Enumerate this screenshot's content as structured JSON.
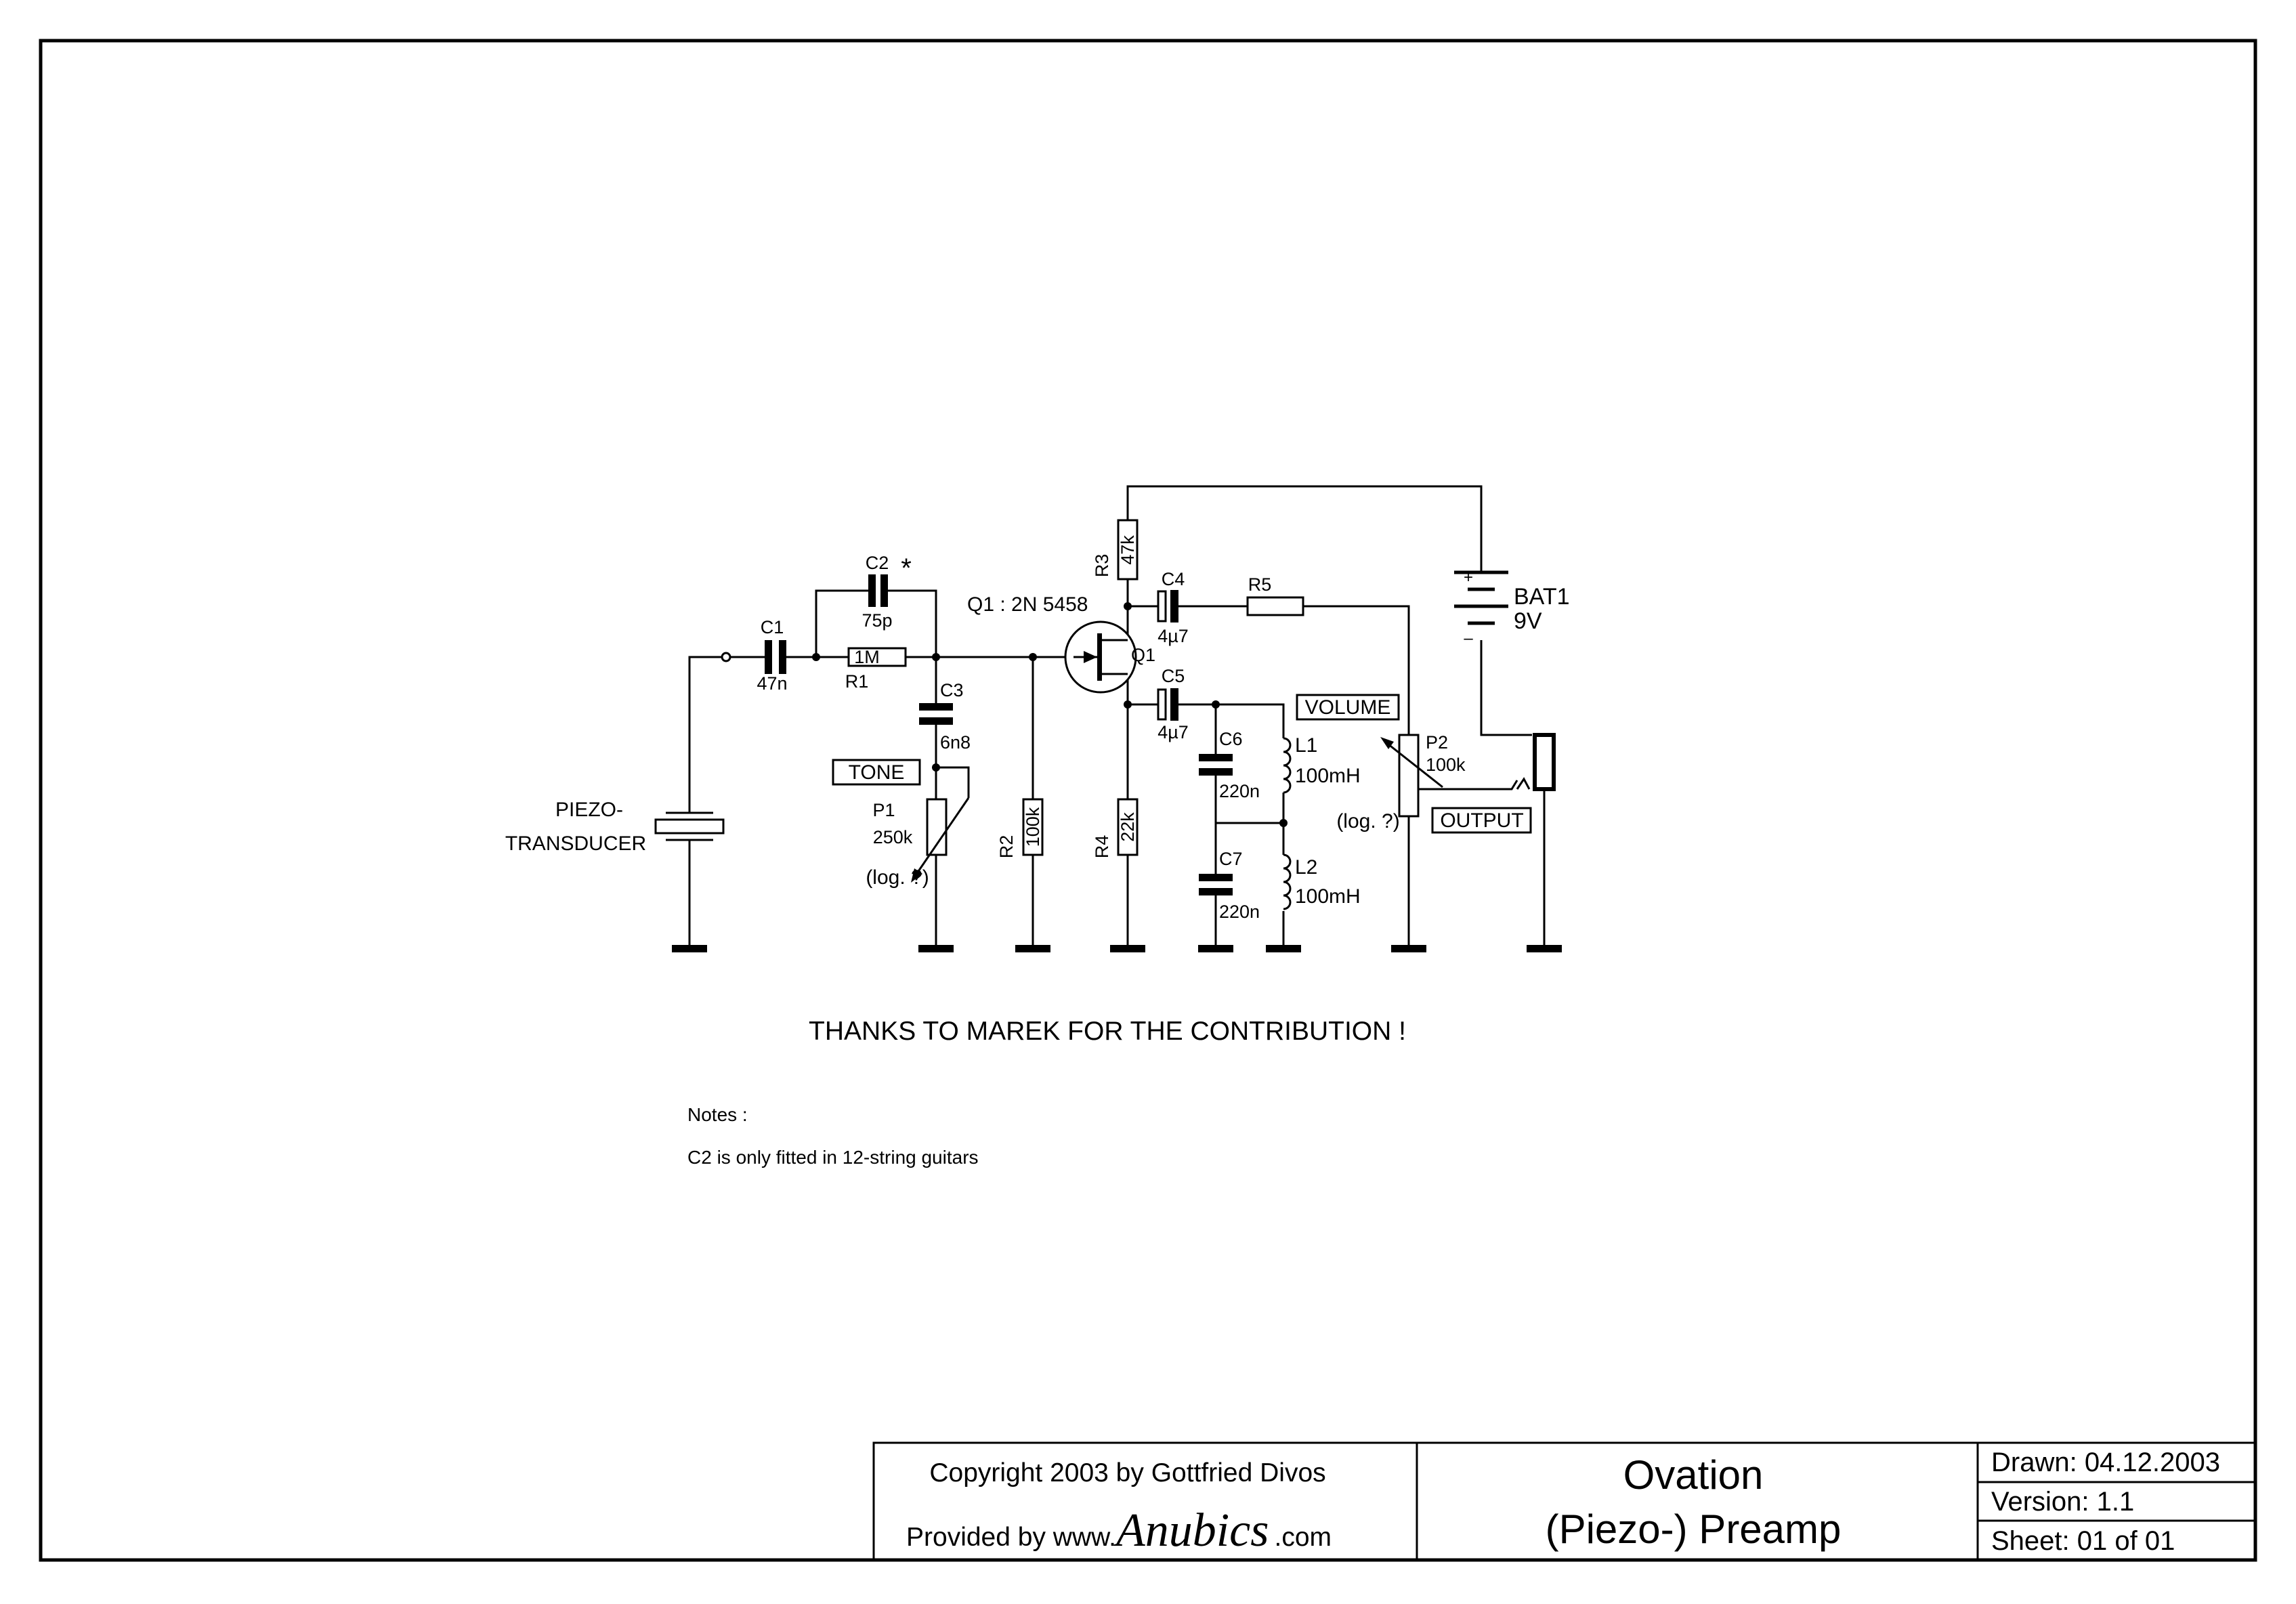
{
  "components": {
    "c1": {
      "ref": "C1",
      "value": "47n"
    },
    "c2": {
      "ref": "C2",
      "value": "75p",
      "mark": "*"
    },
    "c3": {
      "ref": "C3",
      "value": "6n8"
    },
    "c4": {
      "ref": "C4",
      "value": "4µ7"
    },
    "c5": {
      "ref": "C5",
      "value": "4µ7"
    },
    "c6": {
      "ref": "C6",
      "value": "220n"
    },
    "c7": {
      "ref": "C7",
      "value": "220n"
    },
    "r1": {
      "ref": "R1",
      "value": "1M"
    },
    "r2": {
      "ref": "R2",
      "value": "100k"
    },
    "r3": {
      "ref": "R3",
      "value": "47k"
    },
    "r4": {
      "ref": "R4",
      "value": "22k"
    },
    "r5": {
      "ref": "R5"
    },
    "l1": {
      "ref": "L1",
      "value": "100mH"
    },
    "l2": {
      "ref": "L2",
      "value": "100mH"
    },
    "p1": {
      "ref": "P1",
      "value": "250k",
      "taper": "(log. ?)"
    },
    "p2": {
      "ref": "P2",
      "value": "100k",
      "taper": "(log. ?)"
    },
    "q1": {
      "ref": "Q1",
      "heading": "Q1 :  2N 5458"
    },
    "bat1": {
      "ref": "BAT1",
      "value": "9V",
      "plus": "+",
      "minus": "–"
    }
  },
  "labels": {
    "piezo_line1": "PIEZO-",
    "piezo_line2": "TRANSDUCER",
    "tone": "TONE",
    "volume": "VOLUME",
    "output": "OUTPUT"
  },
  "thanks": "THANKS TO MAREK FOR THE CONTRIBUTION !",
  "notes": {
    "heading": "Notes :",
    "line1": "C2 is only fitted in 12-string guitars"
  },
  "title_block": {
    "copyright": "Copyright 2003 by Gottfried Divos",
    "provided_by": "Provided by  www.",
    "brand": "Anubics",
    "domain_suffix": ".com",
    "title_line1": "Ovation",
    "title_line2": "(Piezo-) Preamp",
    "drawn": "Drawn:  04.12.2003",
    "version": "Version:  1.1",
    "sheet": "Sheet:  01  of  01"
  }
}
